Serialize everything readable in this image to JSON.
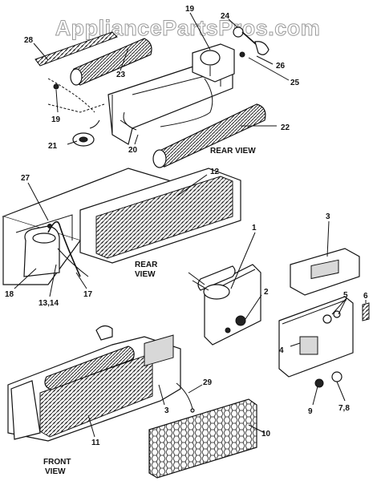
{
  "watermark": "AppliancePartsPros.com",
  "views": {
    "rear_top": "REAR VIEW",
    "rear_left_1": "REAR",
    "rear_left_2": "VIEW",
    "front_1": "FRONT",
    "front_2": "VIEW"
  },
  "callouts": {
    "c28": "28",
    "c19a": "19",
    "c24": "24",
    "c26": "26",
    "c25": "25",
    "c23": "23",
    "c19b": "19",
    "c21": "21",
    "c20": "20",
    "c22": "22",
    "c27": "27",
    "c12": "12",
    "c18": "18",
    "c17": "17",
    "c1314": "13,14",
    "c1": "1",
    "c2": "2",
    "c3a": "3",
    "c5": "5",
    "c6": "6",
    "c4": "4",
    "c9": "9",
    "c78": "7,8",
    "c29": "29",
    "c3b": "3",
    "c11": "11",
    "c10": "10"
  }
}
